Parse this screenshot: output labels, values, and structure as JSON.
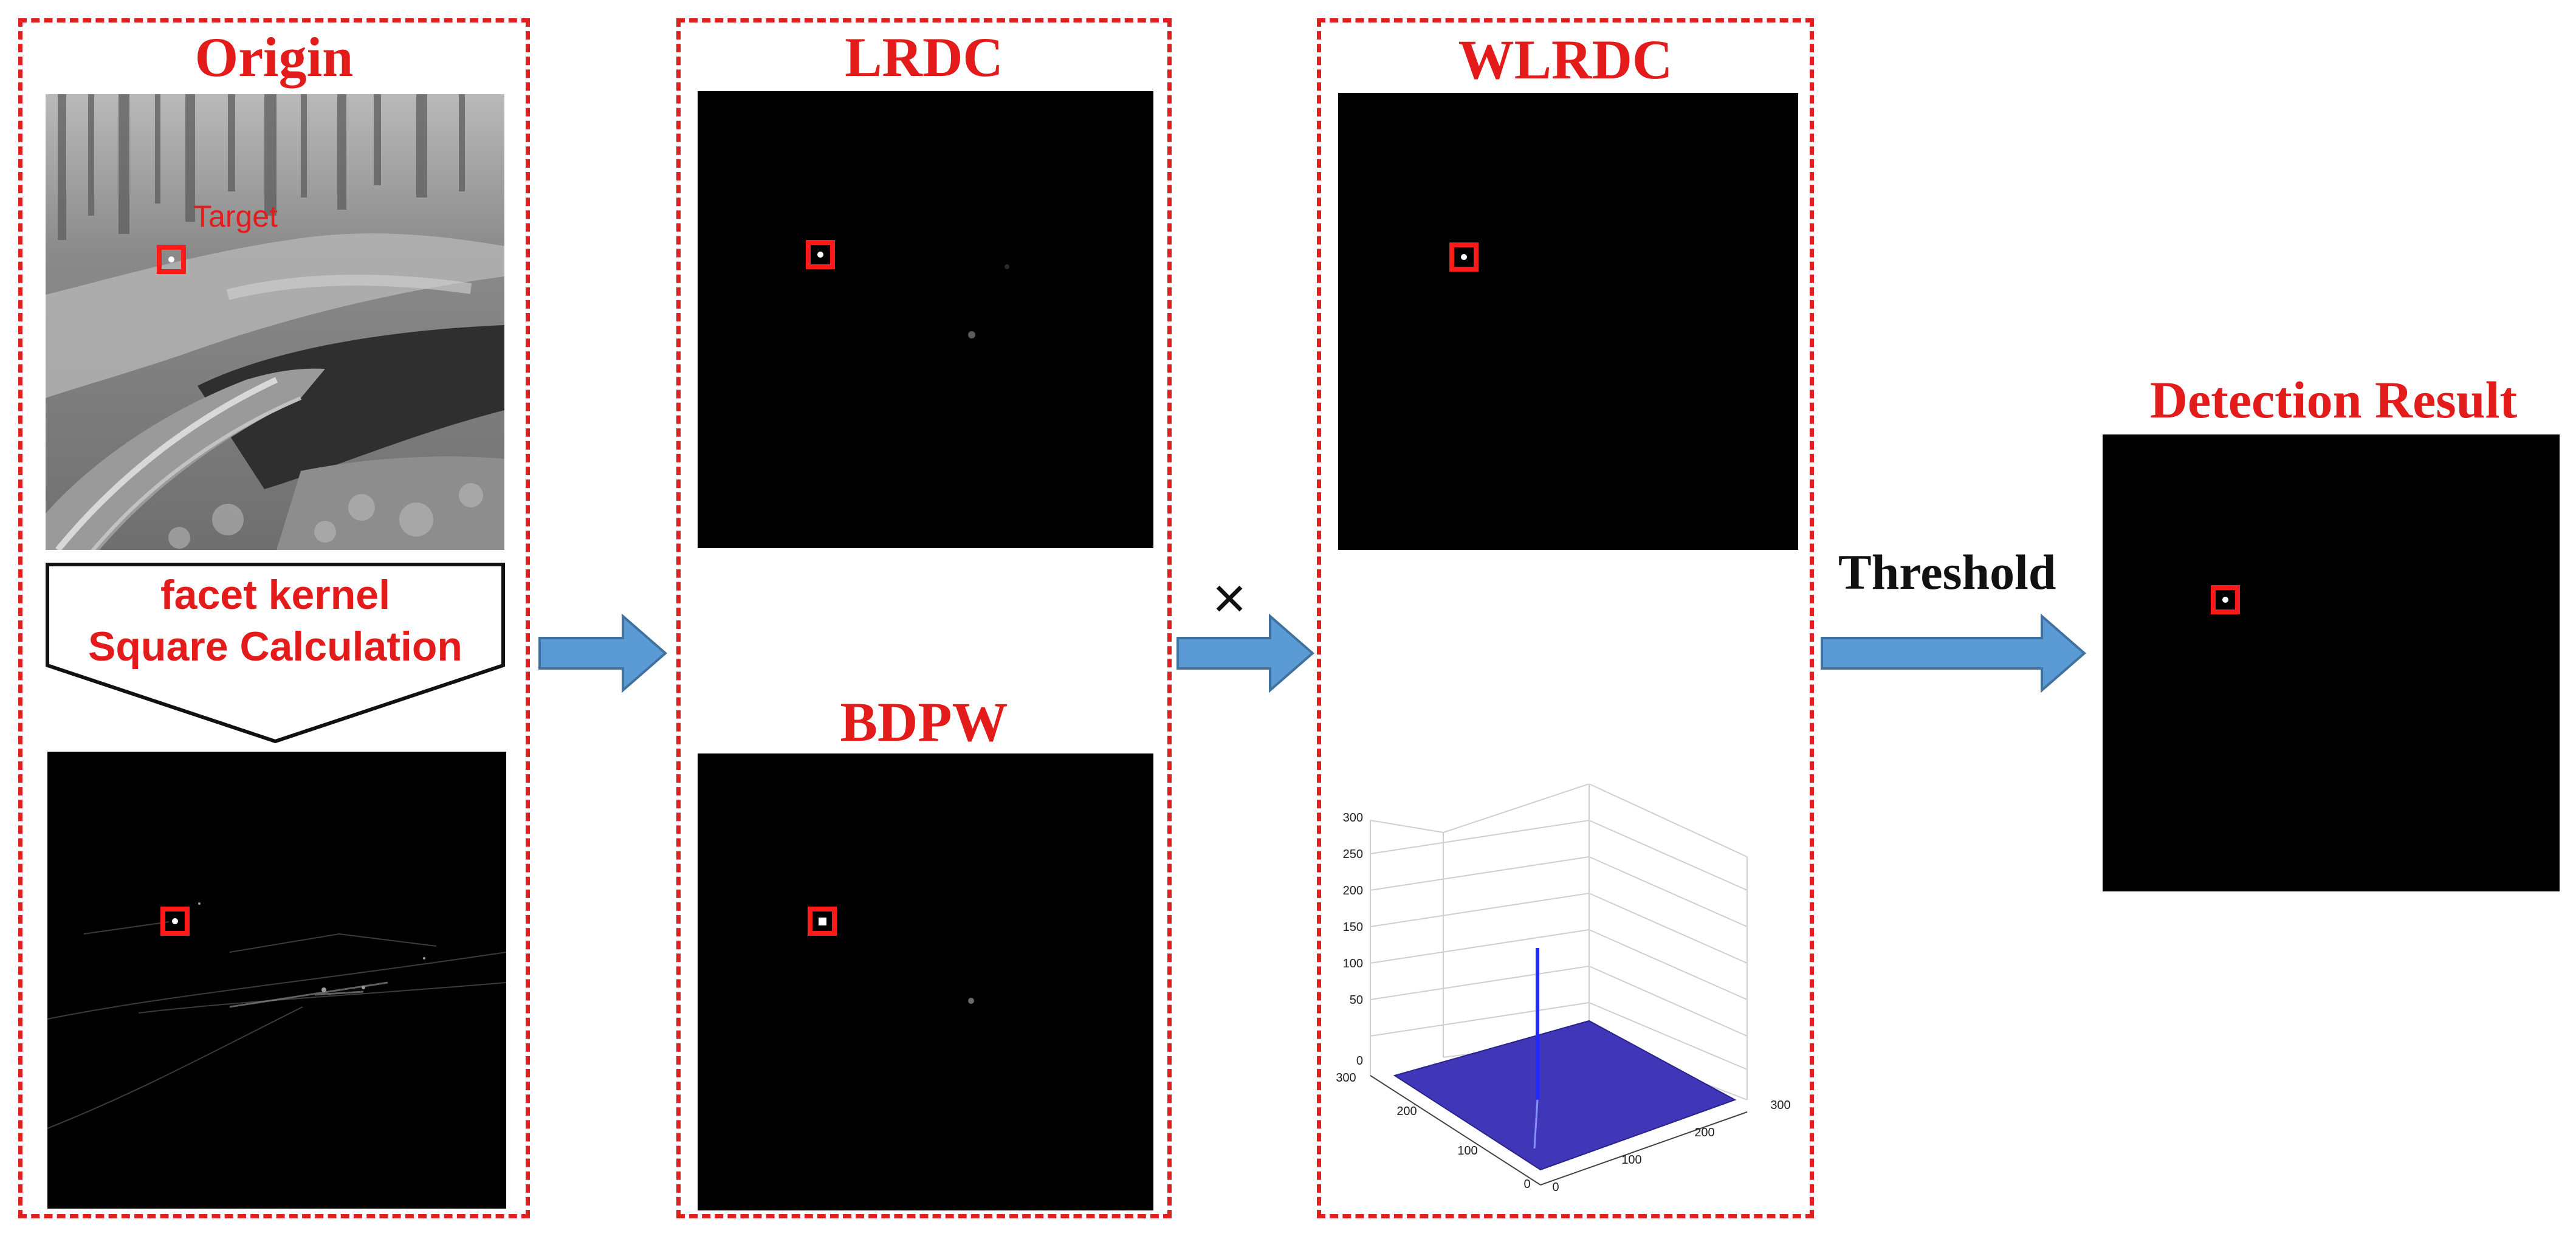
{
  "colors": {
    "accent_red": "#e41b1b",
    "arrow_blue": "#5b9bd5",
    "arrow_blue_dark": "#41729e",
    "surface_blue": "#3f36b8",
    "spike_blue": "#1f2bff"
  },
  "panels": {
    "origin": {
      "title": "Origin",
      "target_label": "Target",
      "operation": {
        "line1": "facet kernel",
        "line2": "Square Calculation"
      }
    },
    "lrdc": {
      "title": "LRDC"
    },
    "bdpw": {
      "title": "BDPW"
    },
    "wlrdc": {
      "title": "WLRDC"
    },
    "result": {
      "title": "Detection Result"
    }
  },
  "operators": {
    "multiply": "×",
    "threshold": "Threshold"
  },
  "plot3d": {
    "z_ticks": [
      "300",
      "250",
      "200",
      "150",
      "100",
      "50",
      "0"
    ],
    "y_ticks": [
      "300",
      "200",
      "100",
      "0"
    ],
    "x_ticks": [
      "0",
      "100",
      "200",
      "300"
    ]
  }
}
